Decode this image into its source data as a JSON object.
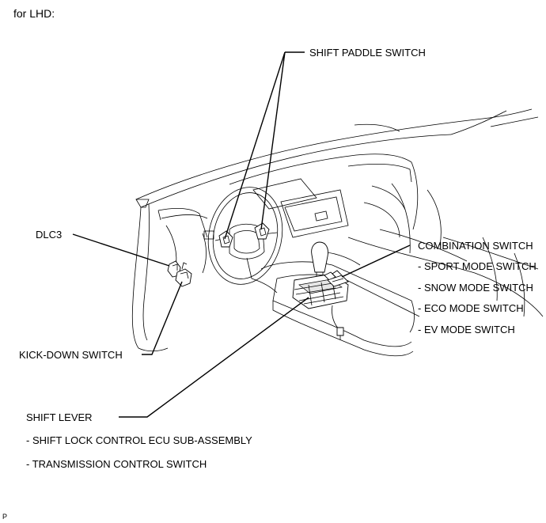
{
  "heading": "for LHD:",
  "labels": {
    "shift_paddle_switch": "SHIFT PADDLE SWITCH",
    "dlc3": "DLC3",
    "combination_switch": "COMBINATION SWITCH",
    "combination_items": [
      "- SPORT MODE SWITCH",
      "- SNOW MODE SWITCH",
      "- ECO MODE SWITCH",
      "- EV MODE SWITCH"
    ],
    "kick_down_switch": "KICK-DOWN SWITCH",
    "shift_lever": "SHIFT LEVER",
    "shift_lever_items": [
      "- SHIFT LOCK CONTROL ECU SUB-ASSEMBLY",
      "- TRANSMISSION CONTROL SWITCH"
    ]
  },
  "footer_mark": "P"
}
